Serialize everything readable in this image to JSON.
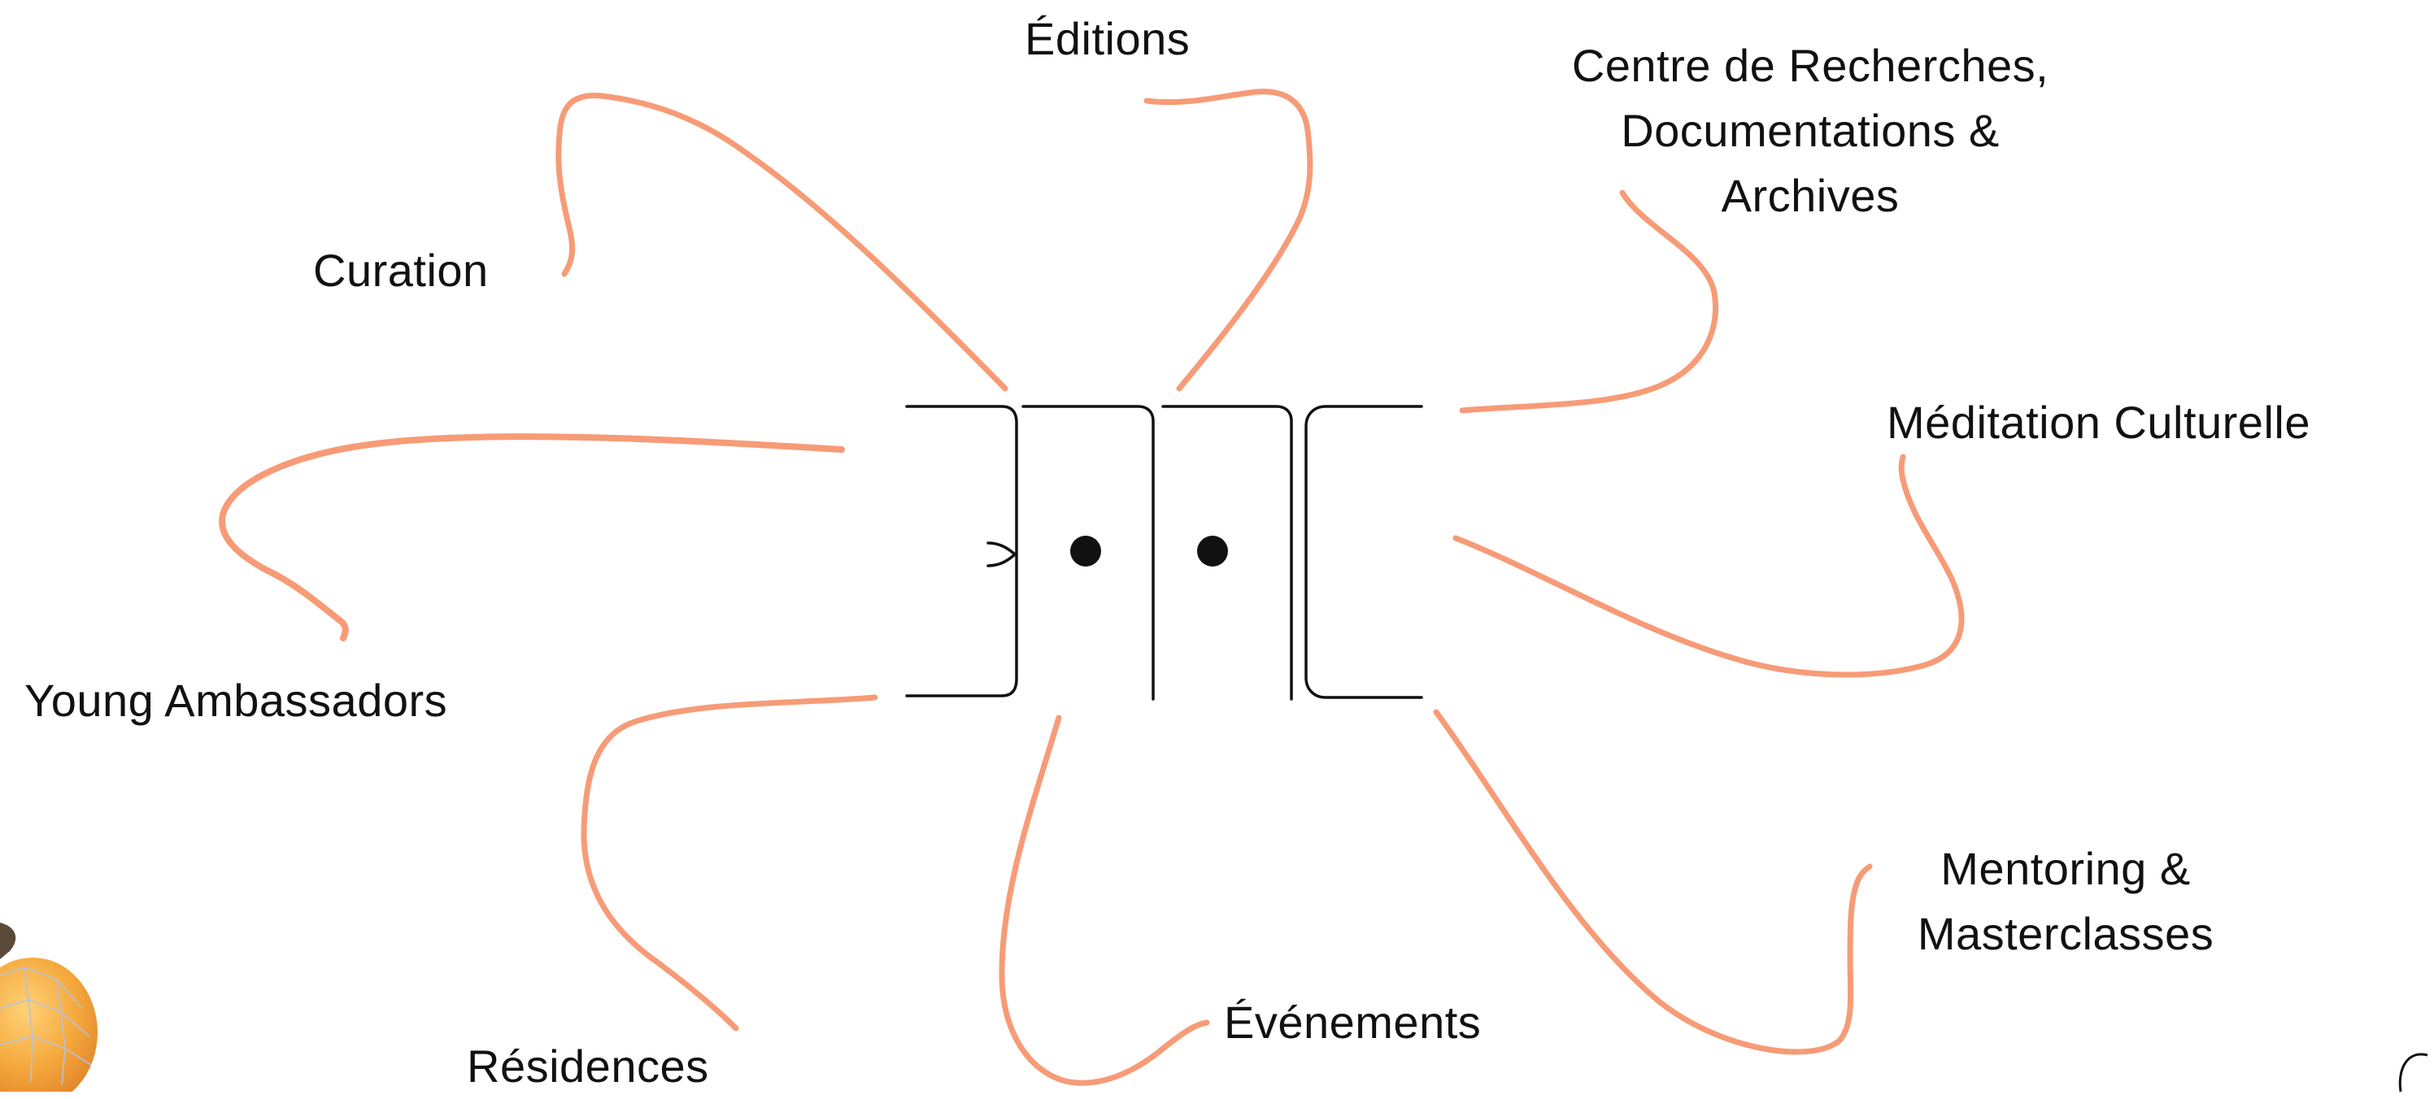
{
  "diagram": {
    "center": "logo",
    "branches": [
      {
        "key": "curation",
        "label": "Curation"
      },
      {
        "key": "editions",
        "label": "Éditions"
      },
      {
        "key": "crda",
        "label": "Centre de Recherches,\nDocumentations &\nArchives"
      },
      {
        "key": "meditation",
        "label": "Méditation Culturelle"
      },
      {
        "key": "young",
        "label": "Young Ambassadors"
      },
      {
        "key": "mentoring",
        "label": "Mentoring &\nMasterclasses"
      },
      {
        "key": "evenements",
        "label": "Événements"
      },
      {
        "key": "residences",
        "label": "Résidences"
      }
    ]
  },
  "colors": {
    "connector": "#f79b77",
    "logo_stroke": "#111111",
    "text": "#111111",
    "decor_orange": "#f2a73b"
  },
  "icons": {
    "center": "logo-mark-icon",
    "bottom_left": "decorative-orange-sphere-icon",
    "bottom_right": "decorative-curve-icon"
  }
}
